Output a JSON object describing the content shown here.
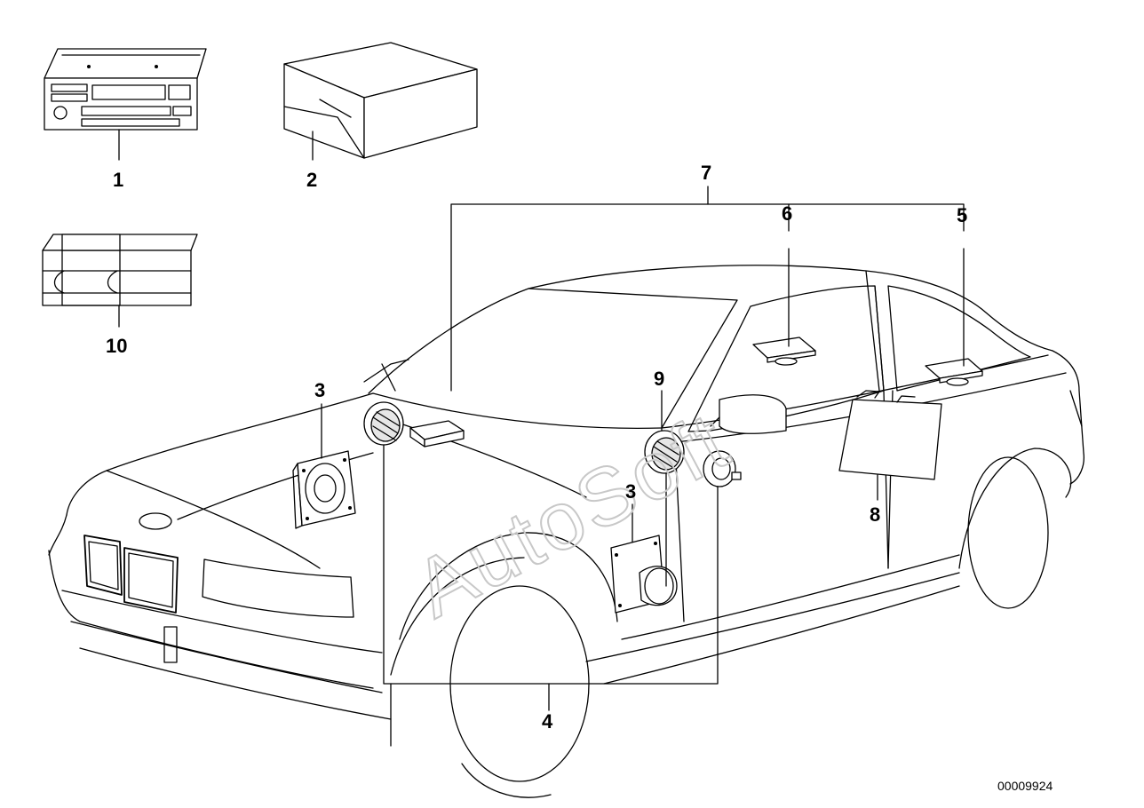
{
  "watermark": "AutoSoft",
  "document_number": "00009924",
  "callouts": {
    "c1": "1",
    "c2": "2",
    "c3a": "3",
    "c3b": "3",
    "c4": "4",
    "c5": "5",
    "c6": "6",
    "c7": "7",
    "c8": "8",
    "c9": "9",
    "c10": "10"
  }
}
